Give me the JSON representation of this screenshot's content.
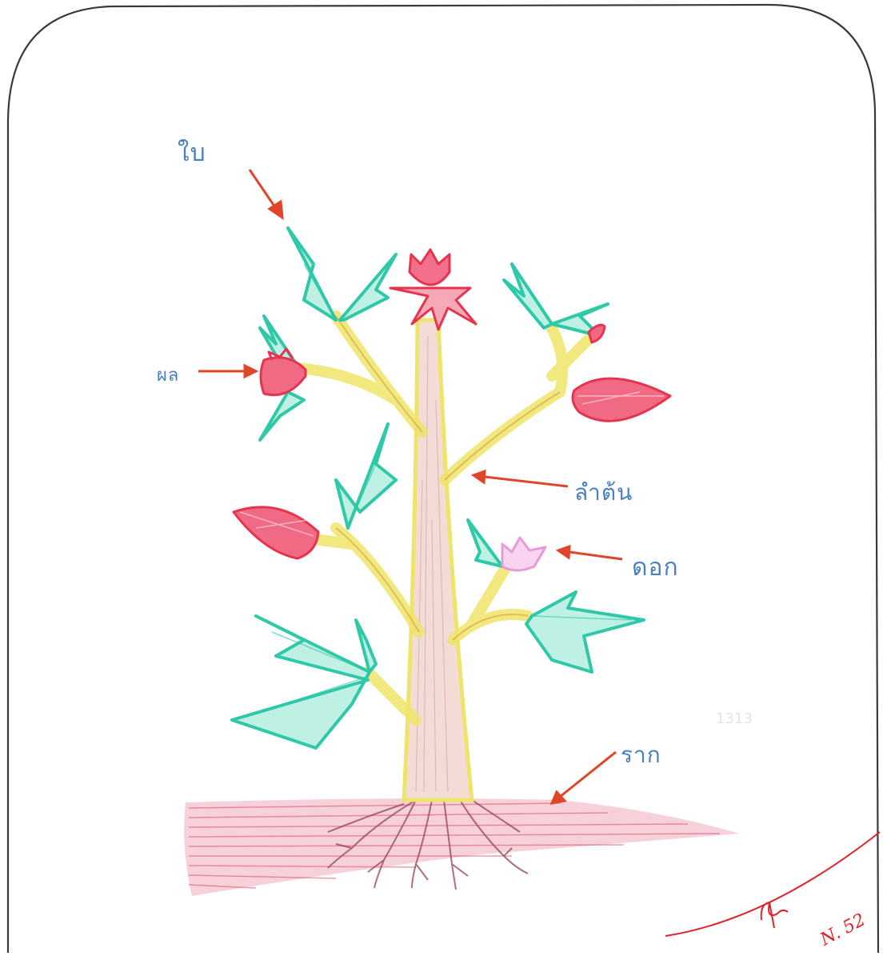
{
  "labels": {
    "leaf": "ใบ",
    "fruit": "ผล",
    "stem": "ลำต้น",
    "flower": "ดอก",
    "root": "ราก"
  },
  "faint_mark": "1313",
  "signature_note": "N. 52",
  "colors": {
    "frame": "#3a3a3a",
    "label": "#4a7fc1",
    "arrow": "#e0452a",
    "leaf": "#2fc8a8",
    "leaf_fill": "#bff0e4",
    "red": "#e5344e",
    "red_light": "#f7a8b6",
    "pink_flower": "#e79bd4",
    "stem": "#efe46a",
    "trunk": "#e9c4be",
    "soil": "#d8506a",
    "root": "#9a4a5a",
    "signature": "#e0202c"
  }
}
